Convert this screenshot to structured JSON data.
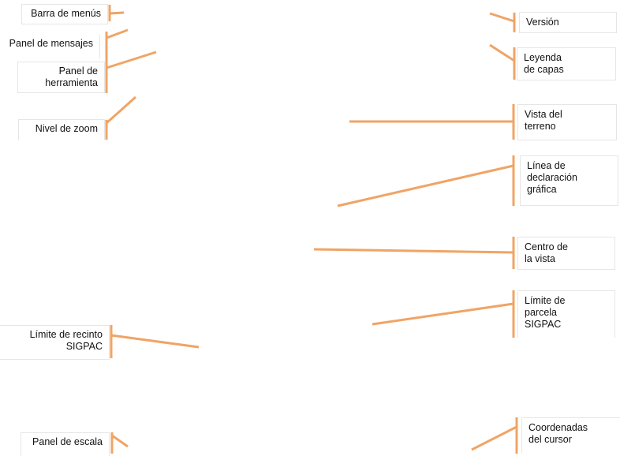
{
  "colors": {
    "leader": "#f0a465",
    "label_border": "#e6e6e6",
    "text": "#111111"
  },
  "labels": {
    "barra_menus": "Barra de menús",
    "panel_mensajes": "Panel de mensajes",
    "panel_herramienta": "Panel de\nherramienta",
    "nivel_zoom": "Nivel de zoom",
    "limite_recinto": "Límite de recinto\nSIGPAC",
    "panel_escala": "Panel de escala",
    "version": "Versión",
    "leyenda_capas": "Leyenda\nde capas",
    "vista_terreno": "Vista del\nterreno",
    "linea_declaracion": "Línea de\ndeclaración\ngráfica",
    "centro_vista": "Centro de\nla vista",
    "limite_parcela": "Límite de\nparcela\nSIGPAC",
    "coordenadas_cursor": "Coordenadas\ndel cursor"
  }
}
